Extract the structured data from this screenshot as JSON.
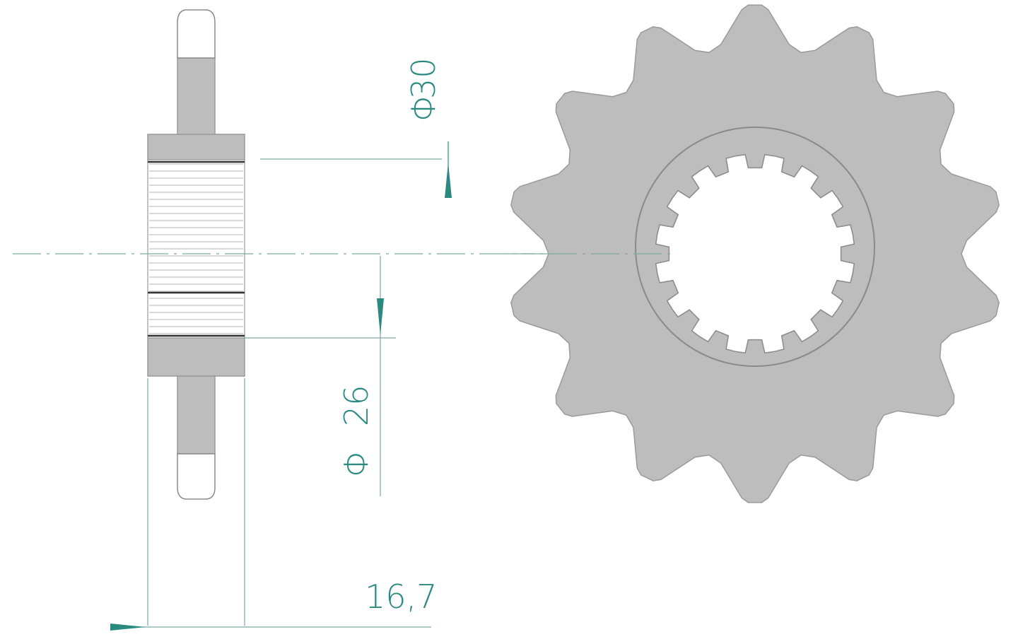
{
  "colors": {
    "background": "#ffffff",
    "part_fill": "#bdbdbd",
    "part_stroke": "#9a9a9a",
    "tooth_tip_fill": "#ffffff",
    "dimension": "#2a8a80",
    "center_line": "#7ea7a2"
  },
  "sprocket": {
    "teeth": 14,
    "spline_teeth": 16
  },
  "dimensions": {
    "outer_diameter": {
      "symbol": "Φ",
      "value": "30"
    },
    "bore_diameter": {
      "symbol": "Φ",
      "value": "26"
    },
    "width": {
      "value": "16,7"
    }
  }
}
